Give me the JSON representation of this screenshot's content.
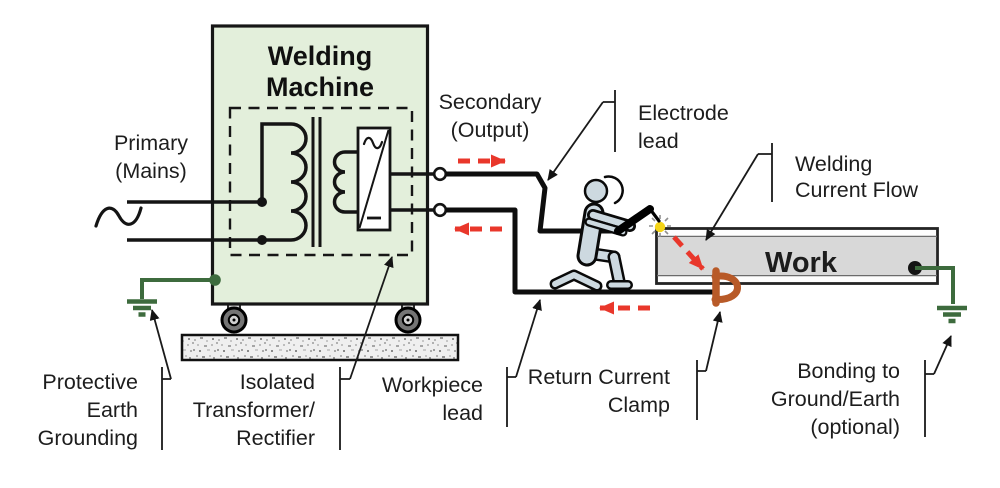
{
  "labels": {
    "machine": [
      "Welding",
      "Machine"
    ],
    "primary": [
      "Primary",
      "(Mains)"
    ],
    "secondary": [
      "Secondary",
      "(Output)"
    ],
    "electrode_lead": [
      "Electrode",
      "lead"
    ],
    "welding_current_flow": [
      "Welding",
      "Current Flow"
    ],
    "work": "Work",
    "protective_earth": [
      "Protective",
      "Earth",
      "Grounding"
    ],
    "isolated_transformer": [
      "Isolated",
      "Transformer/",
      "Rectifier"
    ],
    "workpiece_lead": [
      "Workpiece",
      "lead"
    ],
    "return_current_clamp": [
      "Return Current",
      "Clamp"
    ],
    "bonding": [
      "Bonding to",
      "Ground/Earth",
      "(optional)"
    ]
  },
  "colors": {
    "machine_fill": "#e3efdb",
    "work_fill": "#d8d8d8",
    "current_arrow_red": "#e9372b",
    "earth_green": "#3d6b3d",
    "clamp_orange": "#b85a28",
    "person_fill": "#cdd9e0",
    "spark_yellow": "#f4d418",
    "line_black": "#141414"
  },
  "symbols": {
    "ac_source": "sine-wave",
    "transformer": "coil-windings-with-core",
    "rectifier": "ac-dc-diagonal-box",
    "earth_ground": "three-bar-ground",
    "current_direction": "red-dashed-arrow",
    "clamp": "c-clamp",
    "welder": "kneeling-person"
  }
}
